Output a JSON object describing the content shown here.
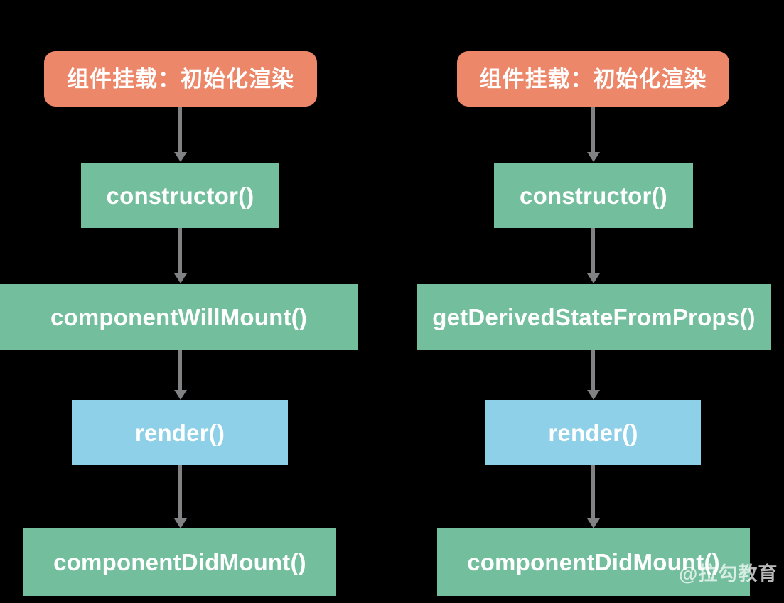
{
  "diagram": {
    "title_semantic": "react-component-mounting-lifecycle-comparison",
    "background_color": "#000000",
    "colors": {
      "phase_orange": "#ED8769",
      "lifecycle_green": "#73BE9D",
      "render_blue": "#8ED0E7",
      "arrow_gray": "#808284",
      "text": "#FFFFFF"
    },
    "columns": [
      {
        "id": "legacy",
        "nodes": [
          {
            "id": "legacy-phase",
            "label": "组件挂载：初始化渲染",
            "type": "phase"
          },
          {
            "id": "legacy-constructor",
            "label": "constructor()",
            "type": "green"
          },
          {
            "id": "legacy-willmount",
            "label": "componentWillMount()",
            "type": "green"
          },
          {
            "id": "legacy-render",
            "label": "render()",
            "type": "blue"
          },
          {
            "id": "legacy-didmount",
            "label": "componentDidMount()",
            "type": "green"
          }
        ]
      },
      {
        "id": "modern",
        "nodes": [
          {
            "id": "modern-phase",
            "label": "组件挂载：初始化渲染",
            "type": "phase"
          },
          {
            "id": "modern-constructor",
            "label": "constructor()",
            "type": "green"
          },
          {
            "id": "modern-gdsfp",
            "label": "getDerivedStateFromProps()",
            "type": "green"
          },
          {
            "id": "modern-render",
            "label": "render()",
            "type": "blue"
          },
          {
            "id": "modern-didmount",
            "label": "componentDidMount()",
            "type": "green"
          }
        ]
      }
    ],
    "arrow_count": 8,
    "watermark": "@拉勾教育"
  }
}
